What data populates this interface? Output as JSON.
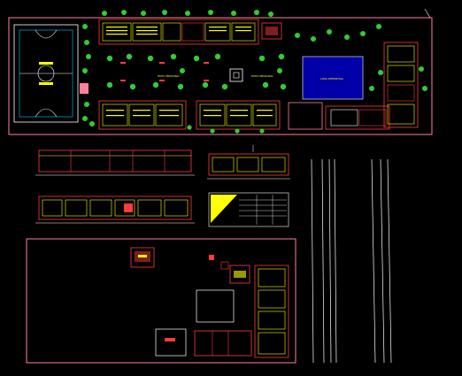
{
  "drawing": {
    "labels": {
      "patio_1": "PATIO PRINCIPAL",
      "patio_2": "PATIO PRINCIPAL",
      "losa": "LOSA DEPORTIVA"
    },
    "colors": {
      "background": "#000000",
      "boundary": "#ff7f9f",
      "wall": "#ff3b3b",
      "room": "#ffff00",
      "tree": "#33cc33",
      "blue_fill": "#0000a8",
      "white_line": "#ffffff",
      "cyan": "#00c8ff"
    }
  }
}
